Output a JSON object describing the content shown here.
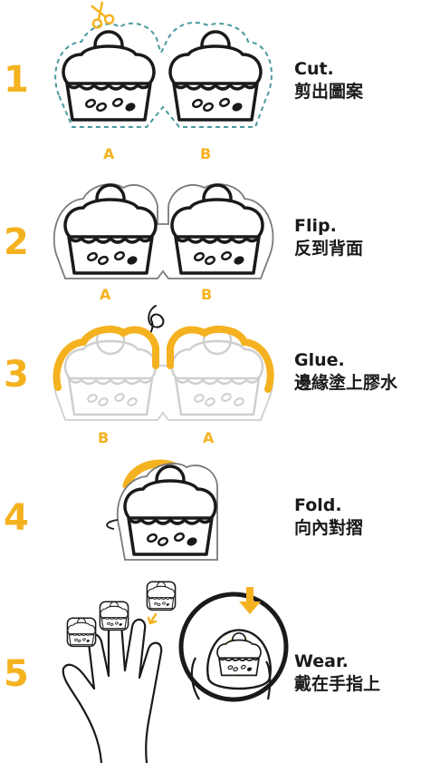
{
  "colors": {
    "accent": "#F5B220",
    "ink": "#1a1a1a",
    "cut_line": "#4A9A9C",
    "ghost": "#c8c8c8"
  },
  "steps": [
    {
      "number": "1",
      "en": "Cut.",
      "zh": "剪出圖案",
      "letters": [
        "A",
        "B"
      ]
    },
    {
      "number": "2",
      "en": "Flip.",
      "zh": "反到背面",
      "letters": [
        "A",
        "B"
      ]
    },
    {
      "number": "3",
      "en": "Glue.",
      "zh": "邊緣塗上膠水",
      "letters": [
        "B",
        "A"
      ]
    },
    {
      "number": "4",
      "en": "Fold.",
      "zh": "向內對摺"
    },
    {
      "number": "5",
      "en": "Wear.",
      "zh": "戴在手指上"
    }
  ],
  "icons": [
    "scissors-icon",
    "flip-arrow-icon",
    "hand-icon",
    "down-arrow-icon"
  ]
}
